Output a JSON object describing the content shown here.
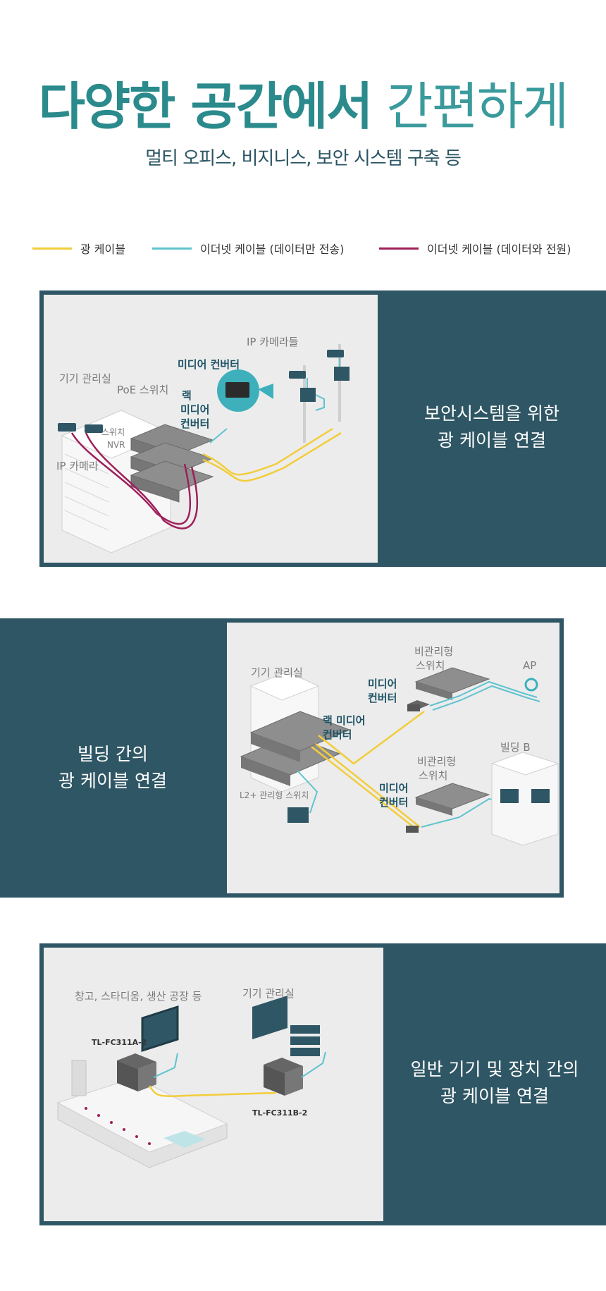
{
  "header": {
    "title_bold": "다양한 공간에서",
    "title_light": "간편하게",
    "subtitle": "멀티 오피스, 비지니스, 보안 시스템 구축 등"
  },
  "legend": [
    {
      "label": "광 케이블",
      "color": "#f2cd3a"
    },
    {
      "label": "이더넷 케이블 (데이터만 전송)",
      "color": "#5fc3cf"
    },
    {
      "label": "이더넷 케이블 (데이터와 전원)",
      "color": "#9e1f5a"
    }
  ],
  "colors": {
    "panel": "#2f5664",
    "scene_bg": "#ececec",
    "accent": "#2a8a8c"
  },
  "sections": [
    {
      "caption_line1": "보안시스템을 위한",
      "caption_line2": "광 케이블 연결",
      "labels": {
        "equipment_room": "기기 관리실",
        "poe_switch": "PoE 스위치",
        "media_converter": "미디어 컨버터",
        "rack_line1": "랙",
        "rack_line2": "미디어",
        "rack_line3": "컨버터",
        "ip_cameras": "IP 카메라들",
        "switch": "스위치",
        "nvr": "NVR",
        "ip_camera": "IP 카메라"
      }
    },
    {
      "caption_line1": "빌딩 간의",
      "caption_line2": "광 케이블 연결",
      "labels": {
        "equipment_room": "기기 관리실",
        "unmanaged_top_line1": "비관리형",
        "unmanaged_top_line2": "스위치",
        "ap": "AP",
        "mc_top_line1": "미디어",
        "mc_top_line2": "컨버터",
        "rack_line1": "랙 미디어",
        "rack_line2": "컨버터",
        "building_b": "빌딩 B",
        "unmanaged_bottom_line1": "비관리형",
        "unmanaged_bottom_line2": "스위치",
        "mc_bottom_line1": "미디어",
        "mc_bottom_line2": "컨버터",
        "l2_switch": "L2+ 관리형 스위치"
      }
    },
    {
      "caption_line1": "일반 기기 및 장치 간의",
      "caption_line2": "광 케이블 연결",
      "labels": {
        "warehouse": "창고, 스타디움, 생산 공장 등",
        "equipment_room": "기기 관리실",
        "model_a": "TL-FC311A-2",
        "model_b": "TL-FC311B-2"
      }
    }
  ]
}
